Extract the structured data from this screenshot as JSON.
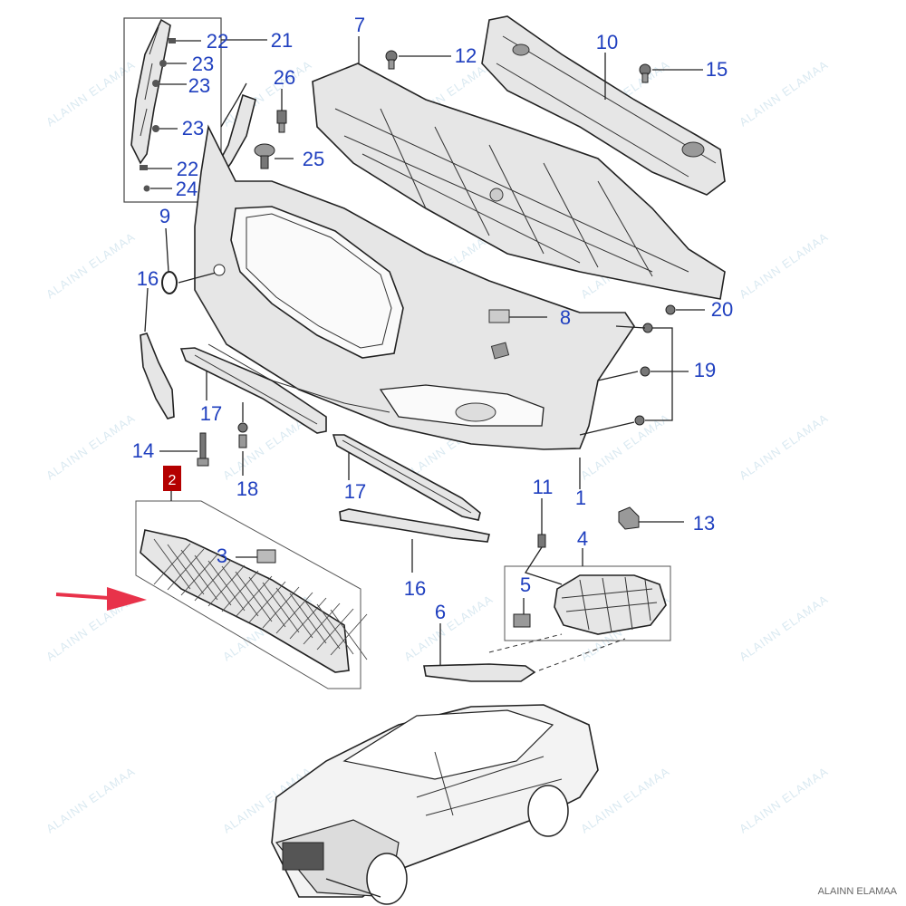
{
  "callouts": {
    "c1": "1",
    "c2": "2",
    "c3": "3",
    "c4": "4",
    "c5": "5",
    "c6": "6",
    "c7": "7",
    "c8": "8",
    "c9": "9",
    "c10": "10",
    "c11": "11",
    "c12": "12",
    "c13": "13",
    "c14": "14",
    "c15": "15",
    "c16a": "16",
    "c16b": "16",
    "c17a": "17",
    "c17b": "17",
    "c18": "18",
    "c19": "19",
    "c20": "20",
    "c21": "21",
    "c22a": "22",
    "c22b": "22",
    "c23a": "23",
    "c23b": "23",
    "c23c": "23",
    "c24": "24",
    "c25": "25",
    "c26": "26"
  },
  "highlight": {
    "part_number": "2",
    "color": "#b40000"
  },
  "pointer_arrow_color": "#e8324a",
  "callout_color": "#1f3fbf",
  "watermark": {
    "text": "ALAINN ELAMAA",
    "footer": "ALAINN ELAMAA"
  }
}
